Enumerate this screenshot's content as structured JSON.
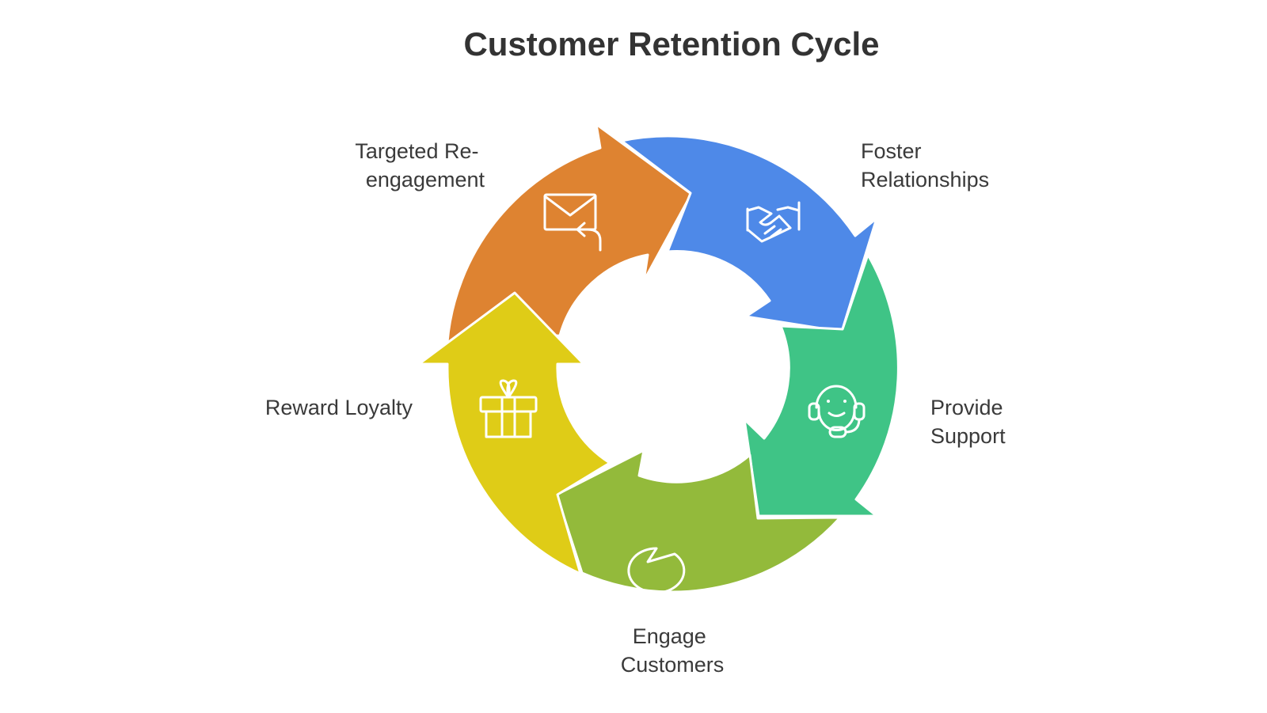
{
  "title": "Customer Retention Cycle",
  "steps": [
    {
      "id": "foster",
      "label_lines": [
        "Foster",
        "Relationships"
      ],
      "icon": "handshake-icon",
      "color": "#4E89E8"
    },
    {
      "id": "support",
      "label_lines": [
        "Provide",
        "Support"
      ],
      "icon": "headset-icon",
      "color": "#3FC486"
    },
    {
      "id": "engage",
      "label_lines": [
        "Engage",
        "Customers"
      ],
      "icon": "chat-bubble-icon",
      "color": "#93BA3B"
    },
    {
      "id": "reward",
      "label_lines": [
        "Reward Loyalty"
      ],
      "icon": "gift-icon",
      "color": "#DFCC17"
    },
    {
      "id": "reengage",
      "label_lines": [
        "Targeted Re-",
        "engagement"
      ],
      "icon": "mail-reply-icon",
      "color": "#DE8331"
    }
  ]
}
